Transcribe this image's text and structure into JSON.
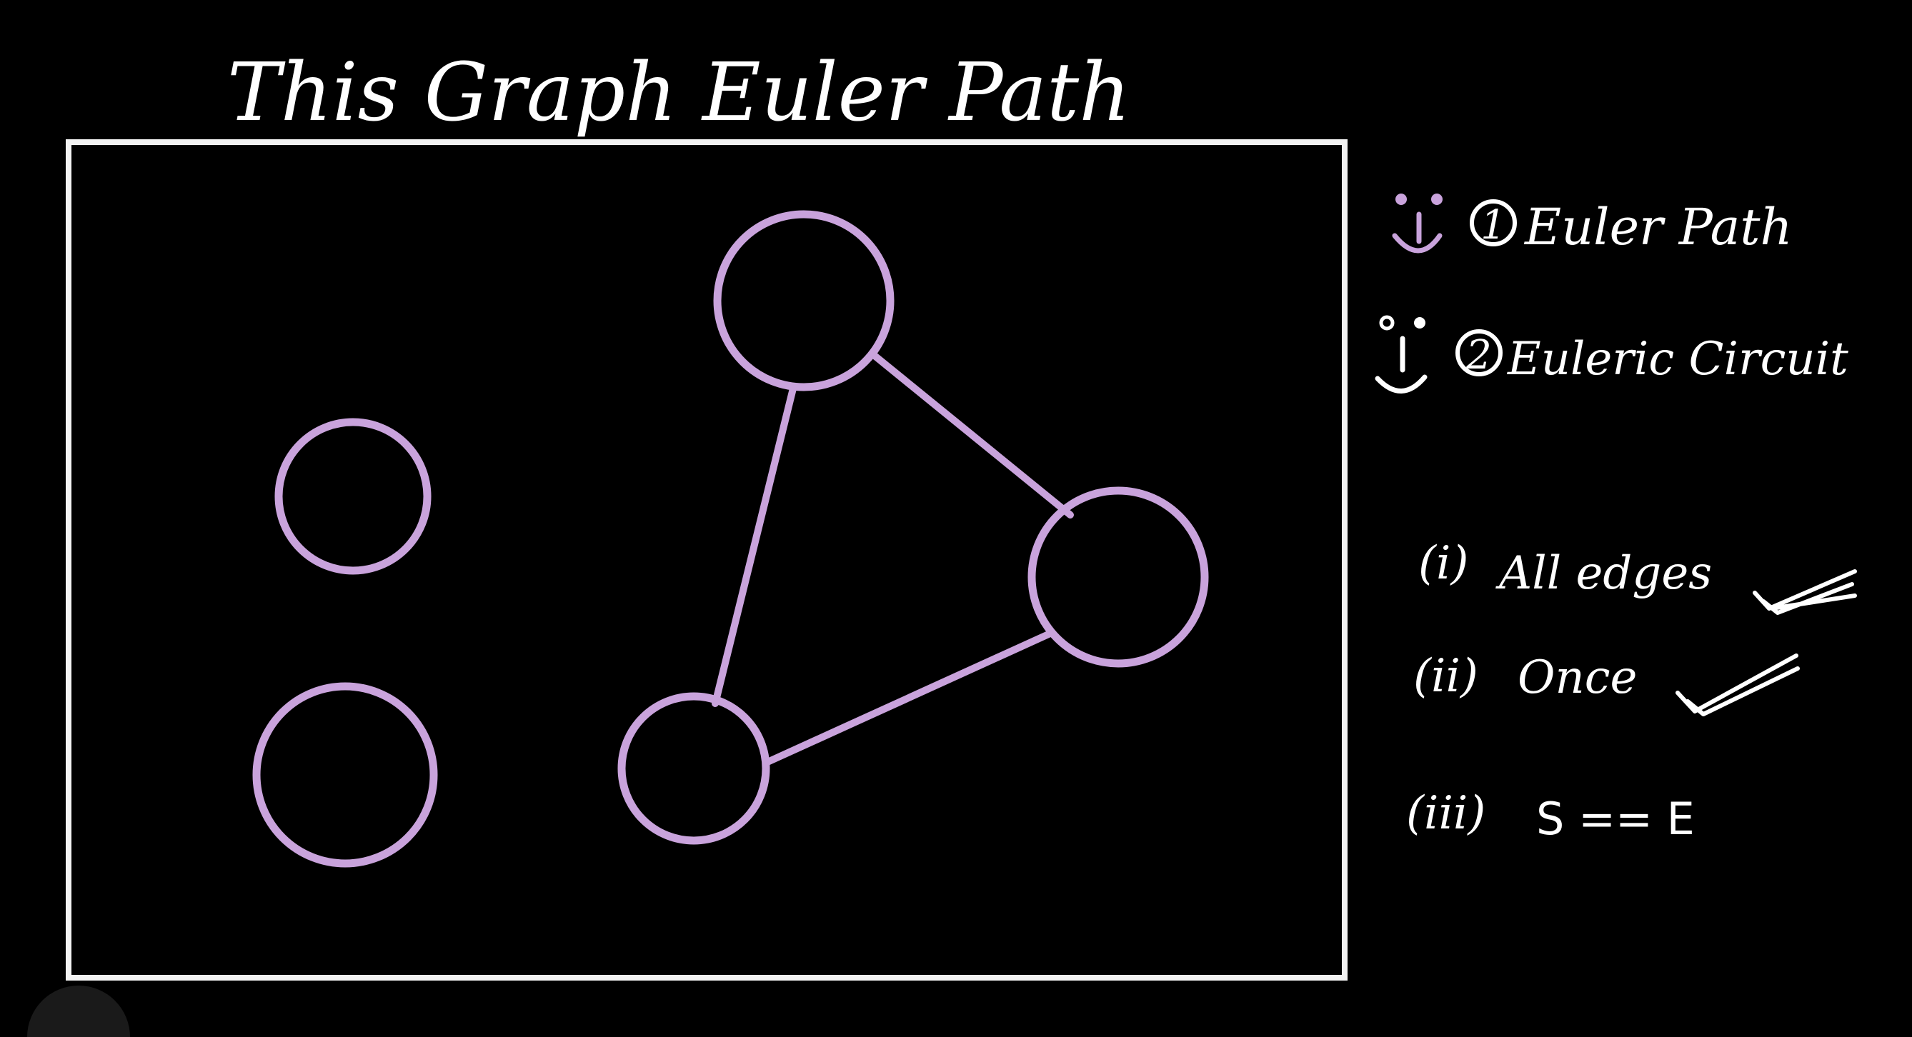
{
  "title": "This Graph Euler Path",
  "colors": {
    "background": "#000000",
    "node_stroke": "#c9a3dc",
    "frame_stroke": "#f2f2f2",
    "ink": "#ffffff",
    "face_purple": "#c9a3dc"
  },
  "graph": {
    "nodes": [
      {
        "id": "top",
        "isolated": false
      },
      {
        "id": "right",
        "isolated": false
      },
      {
        "id": "bottom",
        "isolated": false
      },
      {
        "id": "left-upper",
        "isolated": true
      },
      {
        "id": "left-lower",
        "isolated": true
      }
    ],
    "edges": [
      {
        "from": "top",
        "to": "right"
      },
      {
        "from": "top",
        "to": "bottom"
      },
      {
        "from": "bottom",
        "to": "right"
      }
    ]
  },
  "notes": {
    "item1": {
      "face_icon": "smiley-face-icon",
      "number": "1",
      "label": "Euler Path"
    },
    "item2": {
      "face_icon": "smiley-face-icon",
      "number": "2",
      "label": "Euleric Circuit"
    }
  },
  "conditions": [
    {
      "numeral": "(i)",
      "text": "All edges",
      "check_icon": "double-check-icon"
    },
    {
      "numeral": "(ii)",
      "text": "Once",
      "check_icon": "double-check-icon"
    },
    {
      "numeral": "(iii)",
      "text": "S == E",
      "check_icon": ""
    }
  ]
}
